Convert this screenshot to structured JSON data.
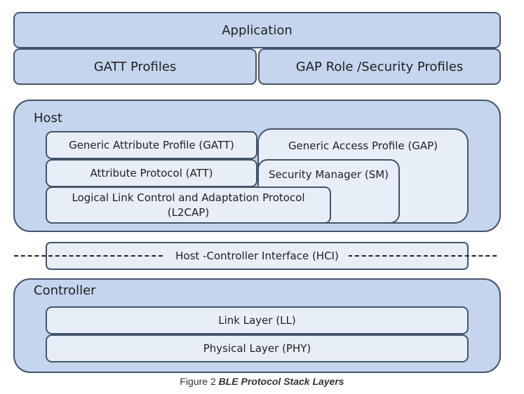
{
  "top": {
    "application": "Application",
    "gatt_profiles": "GATT Profiles",
    "gap_profiles": "GAP Role /Security  Profiles"
  },
  "host": {
    "label": "Host",
    "gatt": "Generic Attribute Profile (GATT)",
    "att": "Attribute Protocol  (ATT)",
    "l2cap_line1": "Logical Link Control and Adaptation Protocol",
    "l2cap_line2": "(L2CAP)",
    "gap": "Generic Access Profile (GAP)",
    "sm": "Security Manager (SM)"
  },
  "hci": "Host -Controller Interface (HCI)",
  "controller": {
    "label": "Controller",
    "ll": "Link Layer (LL)",
    "phy": "Physical Layer (PHY)"
  },
  "caption": {
    "prefix": "Figure 2 ",
    "title": "BLE Protocol Stack Layers"
  },
  "colors": {
    "dark_fill": "#c5d5ee",
    "light_fill": "#e8eef8",
    "border": "#44546a"
  }
}
